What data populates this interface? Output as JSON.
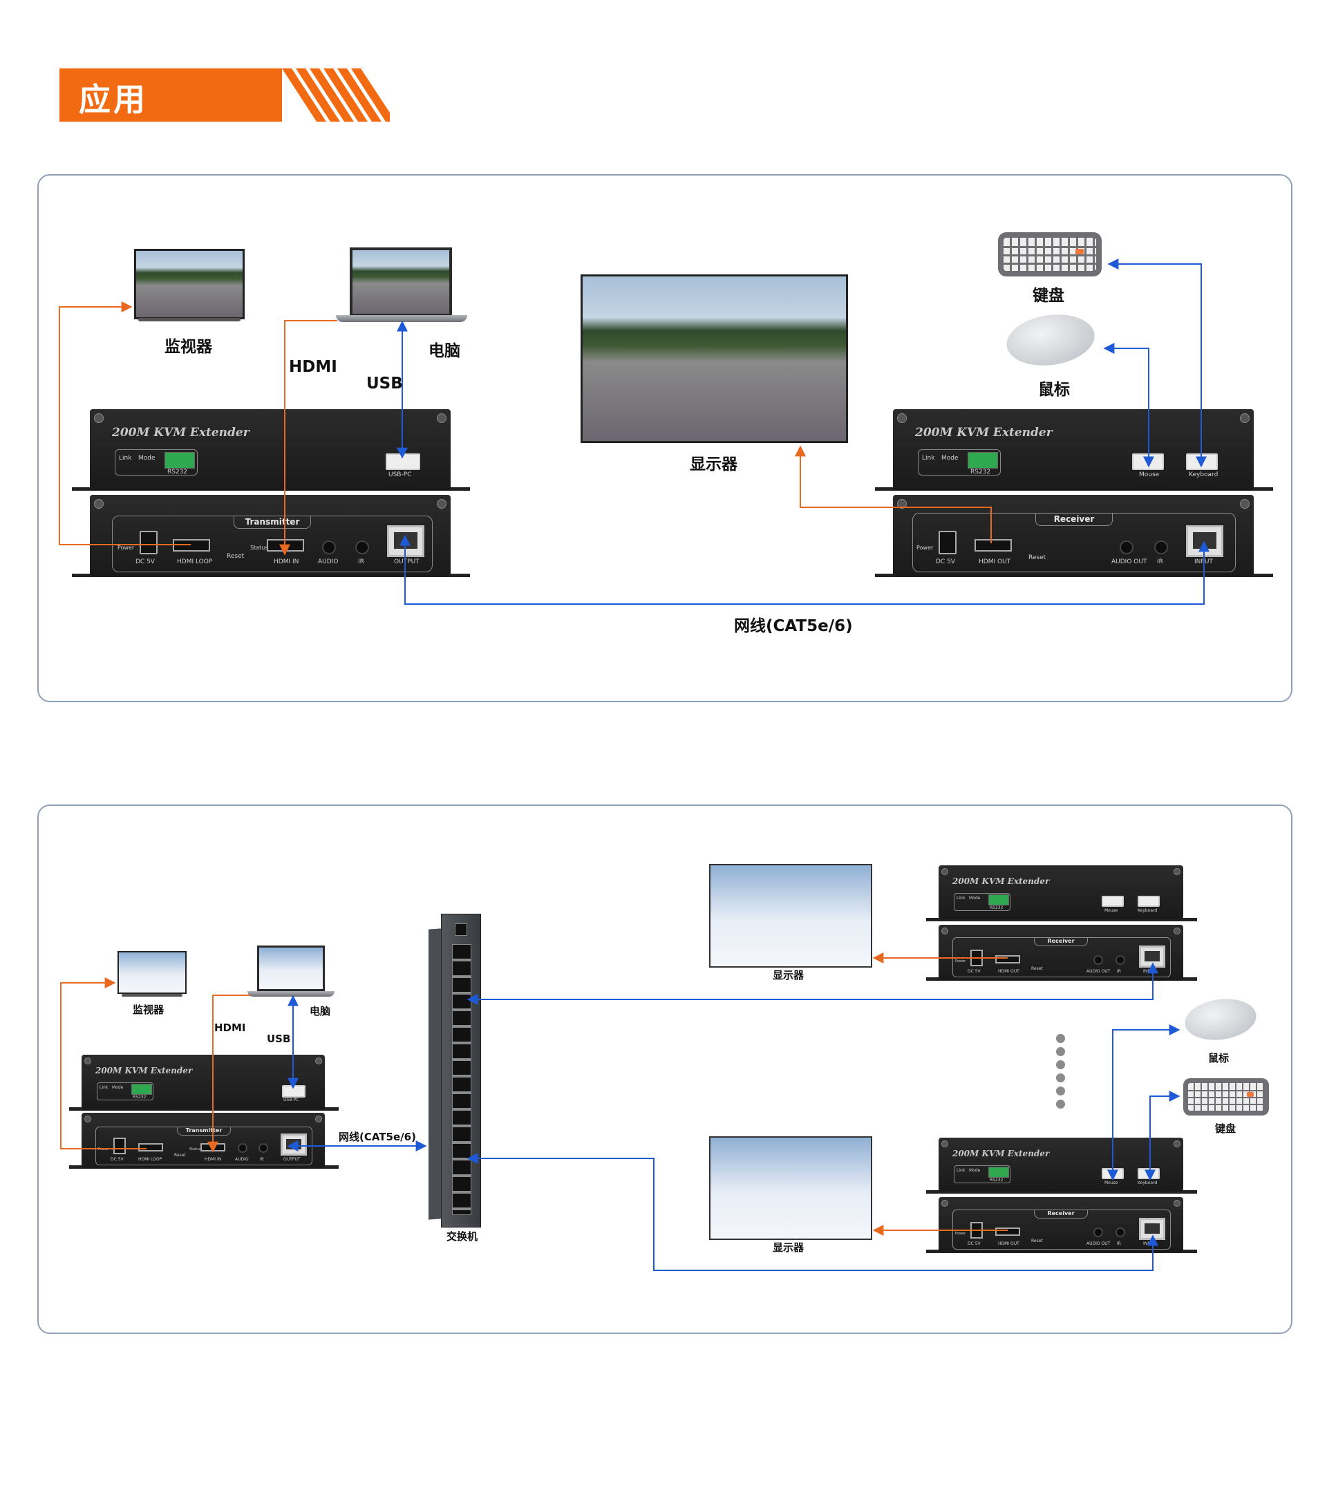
{
  "section_title": "应用",
  "diagram1": {
    "monitor_label": "监视器",
    "pc_label": "电脑",
    "hdmi_label": "HDMI",
    "usb_label": "USB",
    "display_label": "显示器",
    "keyboard_label": "键盘",
    "mouse_label": "鼠标",
    "cable_label": "网线(CAT5e/6)",
    "tx_top": {
      "brand": "200M KVM Extender",
      "link": "Link",
      "mode": "Mode",
      "rs232": "RS232",
      "usb_pc": "USB-PC"
    },
    "tx_bottom": {
      "tab": "Transmitter",
      "power": "Power",
      "dc": "DC 5V",
      "hdmi_loop": "HDMI LOOP",
      "reset": "Reset",
      "status": "Status",
      "hdmi_in": "HDMI IN",
      "audio": "AUDIO",
      "ir": "IR",
      "output": "OUTPUT"
    },
    "rx_top": {
      "brand": "200M KVM Extender",
      "link": "Link",
      "mode": "Mode",
      "rs232": "RS232",
      "mouse": "Mouse",
      "keyboard": "Keyboard"
    },
    "rx_bottom": {
      "tab": "Receiver",
      "power": "Power",
      "dc": "DC 5V",
      "hdmi_out": "HDMI OUT",
      "reset": "Reset",
      "audio_out": "AUDIO OUT",
      "ir": "IR",
      "input": "INPUT"
    }
  },
  "diagram2": {
    "monitor_label": "监视器",
    "pc_label": "电脑",
    "hdmi_label": "HDMI",
    "usb_label": "USB",
    "cable_label": "网线(CAT5e/6)",
    "switch_label": "交换机",
    "display1_label": "显示器",
    "display2_label": "显示器",
    "mouse_label": "鼠标",
    "keyboard_label": "键盘",
    "tx_top": {
      "brand": "200M KVM Extender",
      "link": "Link",
      "mode": "Mode",
      "rs232": "RS232",
      "usb_pc": "USB-PC"
    },
    "tx_bottom": {
      "tab": "Transmitter",
      "power": "Power",
      "dc": "DC 5V",
      "hdmi_loop": "HDMI LOOP",
      "reset": "Reset",
      "status": "Status",
      "hdmi_in": "HDMI IN",
      "audio": "AUDIO",
      "ir": "IR",
      "output": "OUTPUT"
    },
    "rx1_top": {
      "brand": "200M KVM Extender",
      "link": "Link",
      "mode": "Mode",
      "rs232": "RS232",
      "mouse": "Mouse",
      "keyboard": "Keyboard"
    },
    "rx1_bottom": {
      "tab": "Receiver",
      "power": "Power",
      "dc": "DC 5V",
      "hdmi_out": "HDMI OUT",
      "reset": "Reset",
      "audio_out": "AUDIO OUT",
      "ir": "IR",
      "input": "INPUT"
    },
    "rx2_top": {
      "brand": "200M KVM Extender",
      "link": "Link",
      "mode": "Mode",
      "rs232": "RS232",
      "mouse": "Mouse",
      "keyboard": "Keyboard"
    },
    "rx2_bottom": {
      "tab": "Receiver",
      "power": "Power",
      "dc": "DC 5V",
      "hdmi_out": "HDMI OUT",
      "reset": "Reset",
      "audio_out": "AUDIO OUT",
      "ir": "IR",
      "input": "INPUT"
    }
  },
  "colors": {
    "accent": "#f26b12",
    "hdmi_line": "#e86a20",
    "data_line": "#1f5ad6",
    "panel_border": "#8f9fb8"
  }
}
